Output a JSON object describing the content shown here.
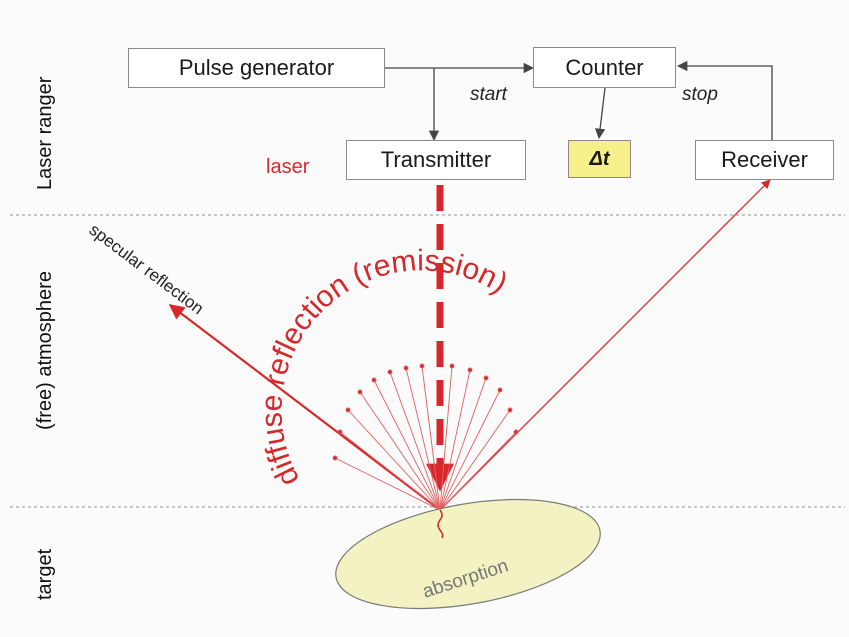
{
  "sections": {
    "laser_ranger": "Laser ranger",
    "atmosphere": "(free) atmosphere",
    "target": "target"
  },
  "blocks": {
    "pulse_generator": "Pulse generator",
    "counter": "Counter",
    "transmitter": "Transmitter",
    "delta_t": "Δt",
    "receiver": "Receiver"
  },
  "signals": {
    "start": "start",
    "stop": "stop",
    "laser": "laser"
  },
  "rays": {
    "specular": "specular reflection",
    "diffuse": "diffuse reflection (remission)",
    "absorption": "absorption"
  },
  "colors": {
    "laser_red": "#d8272b",
    "delta_fill": "#f6f08a",
    "target_fill": "#f3f2c2",
    "divider": "#b5b5b5"
  }
}
